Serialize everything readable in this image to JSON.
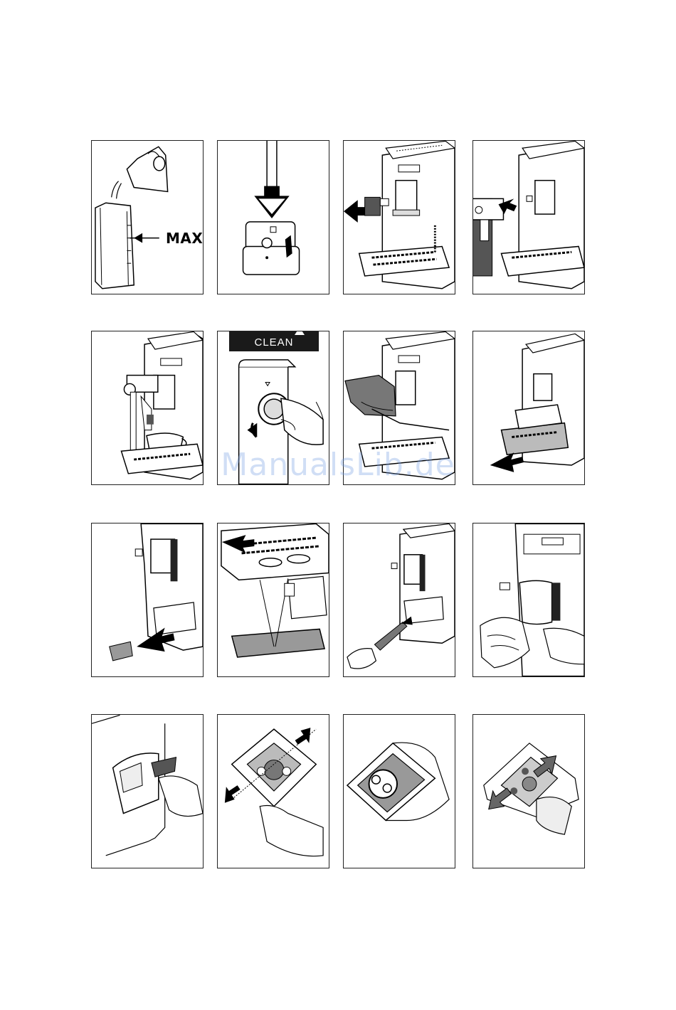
{
  "labels": {
    "max": "MAX",
    "clean": "CLEAN"
  },
  "watermark": "ManualsLib.de",
  "figures": [
    {
      "id": 1,
      "icon": "water-tank-fill-icon"
    },
    {
      "id": 2,
      "icon": "water-filter-insert-icon"
    },
    {
      "id": 3,
      "icon": "remove-steam-nozzle-icon"
    },
    {
      "id": 4,
      "icon": "attach-milk-container-icon"
    },
    {
      "id": 5,
      "icon": "milk-froth-cup-icon"
    },
    {
      "id": 6,
      "icon": "clean-knob-icon"
    },
    {
      "id": 7,
      "icon": "wipe-nozzle-icon"
    },
    {
      "id": 8,
      "icon": "remove-drip-tray-icon"
    },
    {
      "id": 9,
      "icon": "remove-coffee-tray-icon"
    },
    {
      "id": 10,
      "icon": "tray-arrow-icon"
    },
    {
      "id": 11,
      "icon": "brush-clean-icon"
    },
    {
      "id": 12,
      "icon": "wipe-outlet-icon"
    },
    {
      "id": 13,
      "icon": "brew-unit-door-icon"
    },
    {
      "id": 14,
      "icon": "brew-unit-press-icon"
    },
    {
      "id": 15,
      "icon": "brew-unit-top-icon"
    },
    {
      "id": 16,
      "icon": "brew-unit-insert-icon"
    }
  ]
}
